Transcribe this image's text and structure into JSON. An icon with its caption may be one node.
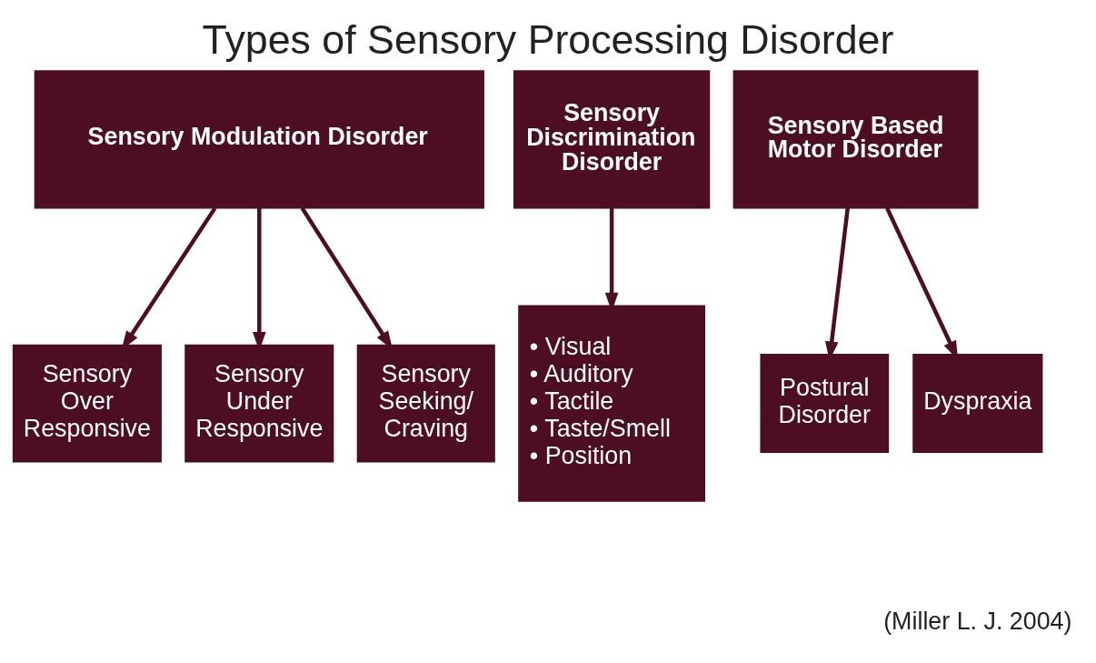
{
  "diagram": {
    "title": "Types of Sensory Processing Disorder",
    "nodes": [
      {
        "text": [
          "Sensory Modulation Disorder"
        ]
      },
      {
        "text": [
          "Sensory Discrimination Disorder"
        ]
      },
      {
        "text": [
          "Sensory Based Motor Disorder"
        ]
      },
      {
        "text": [
          "Sensory Over Responsive"
        ]
      },
      {
        "text": [
          "Sensory Under Responsive"
        ]
      },
      {
        "text": [
          "Sensory Seeking/ Craving"
        ]
      },
      {
        "text": [
          "• Visual",
          "• Auditory",
          "• Tactile",
          "• Taste/Smell",
          "• Position"
        ]
      },
      {
        "text": [
          "Postural Disorder"
        ]
      },
      {
        "text": [
          "Dyspraxia"
        ]
      }
    ],
    "edges": [
      {
        "from": 0,
        "to": 3,
        "arrow": "to"
      },
      {
        "from": 0,
        "to": 4,
        "arrow": "to"
      },
      {
        "from": 0,
        "to": 5,
        "arrow": "to"
      },
      {
        "from": 1,
        "to": 6,
        "arrow": "to"
      },
      {
        "from": 2,
        "to": 7,
        "arrow": "to"
      },
      {
        "from": 2,
        "to": 8,
        "arrow": "to"
      }
    ],
    "labels": [
      "(Miller L. J. 2004)"
    ]
  }
}
